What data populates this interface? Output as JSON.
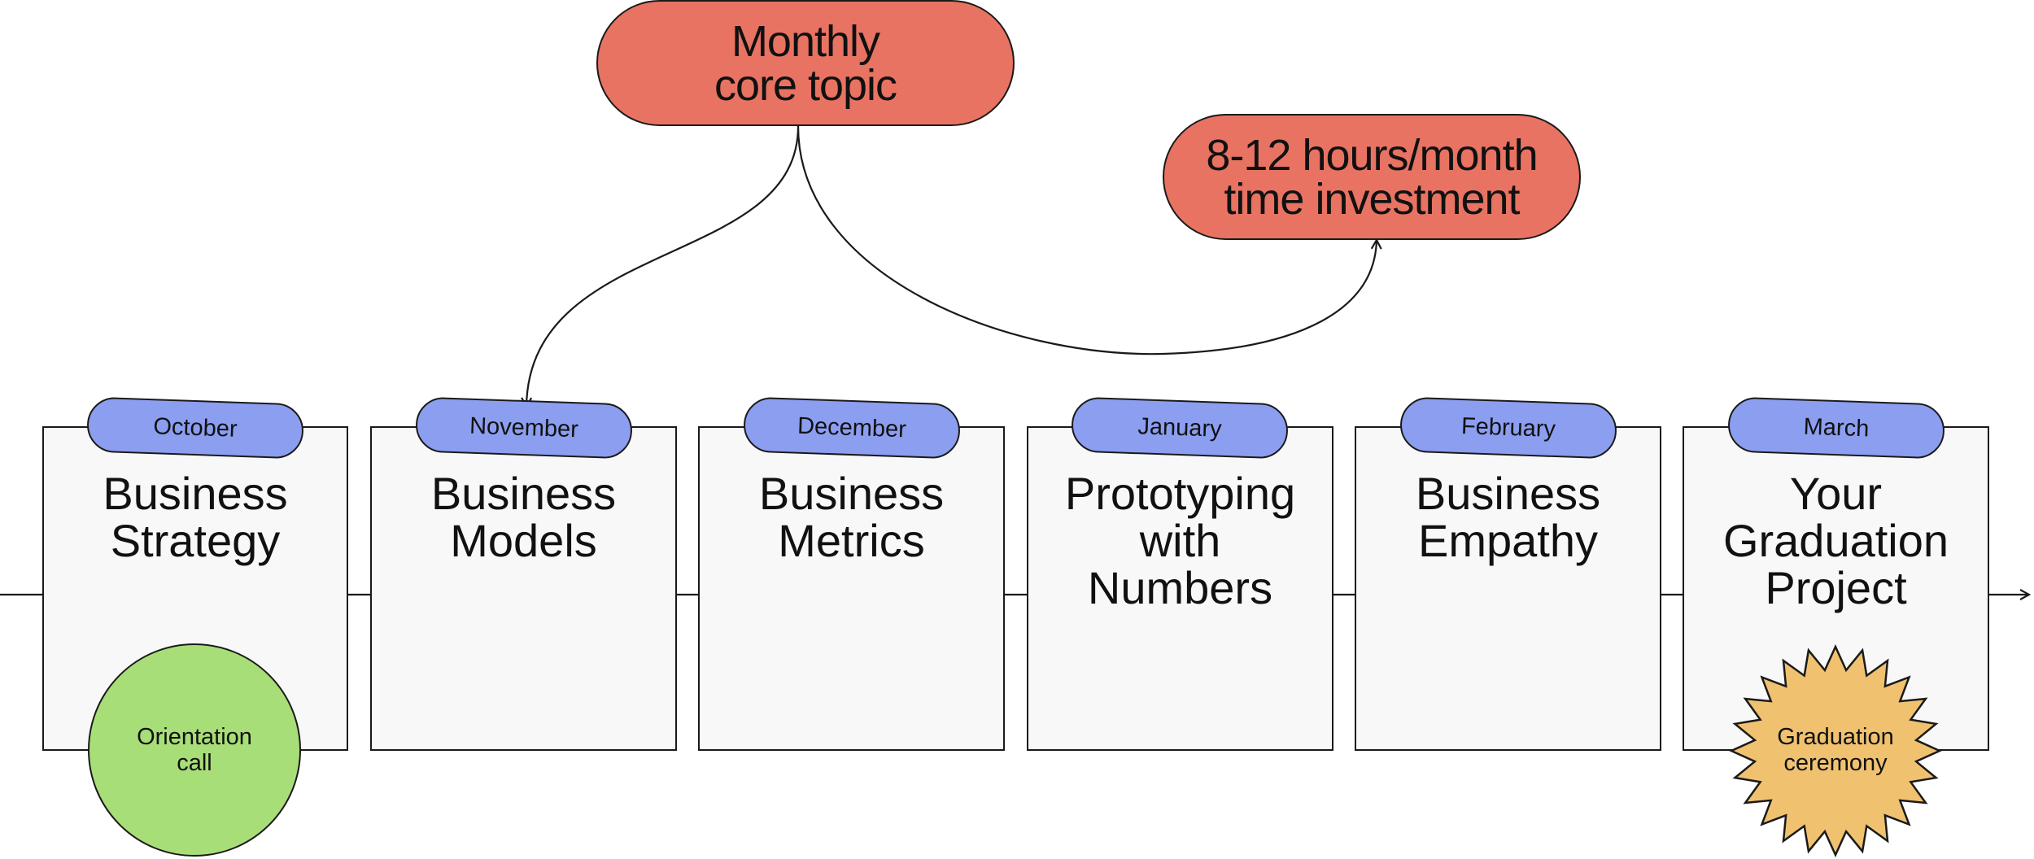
{
  "colors": {
    "topic_pill": "#E87362",
    "month_tab": "#8C9EF0",
    "card_fill": "#F8F8F8",
    "orientation_circle": "#A8DE78",
    "graduation_star": "#F0C270",
    "stroke": "#1A1A1A"
  },
  "callouts": {
    "core_topic": "Monthly\ncore topic",
    "time_investment": "8-12 hours/month\ntime investment"
  },
  "months": [
    {
      "month": "October",
      "title": "Business\nStrategy"
    },
    {
      "month": "November",
      "title": "Business\nModels"
    },
    {
      "month": "December",
      "title": "Business\nMetrics"
    },
    {
      "month": "January",
      "title": "Prototyping\nwith\nNumbers"
    },
    {
      "month": "February",
      "title": "Business\nEmpathy"
    },
    {
      "month": "March",
      "title": "Your\nGraduation\nProject"
    }
  ],
  "milestones": {
    "orientation": "Orientation\ncall",
    "graduation": "Graduation\nceremony"
  }
}
